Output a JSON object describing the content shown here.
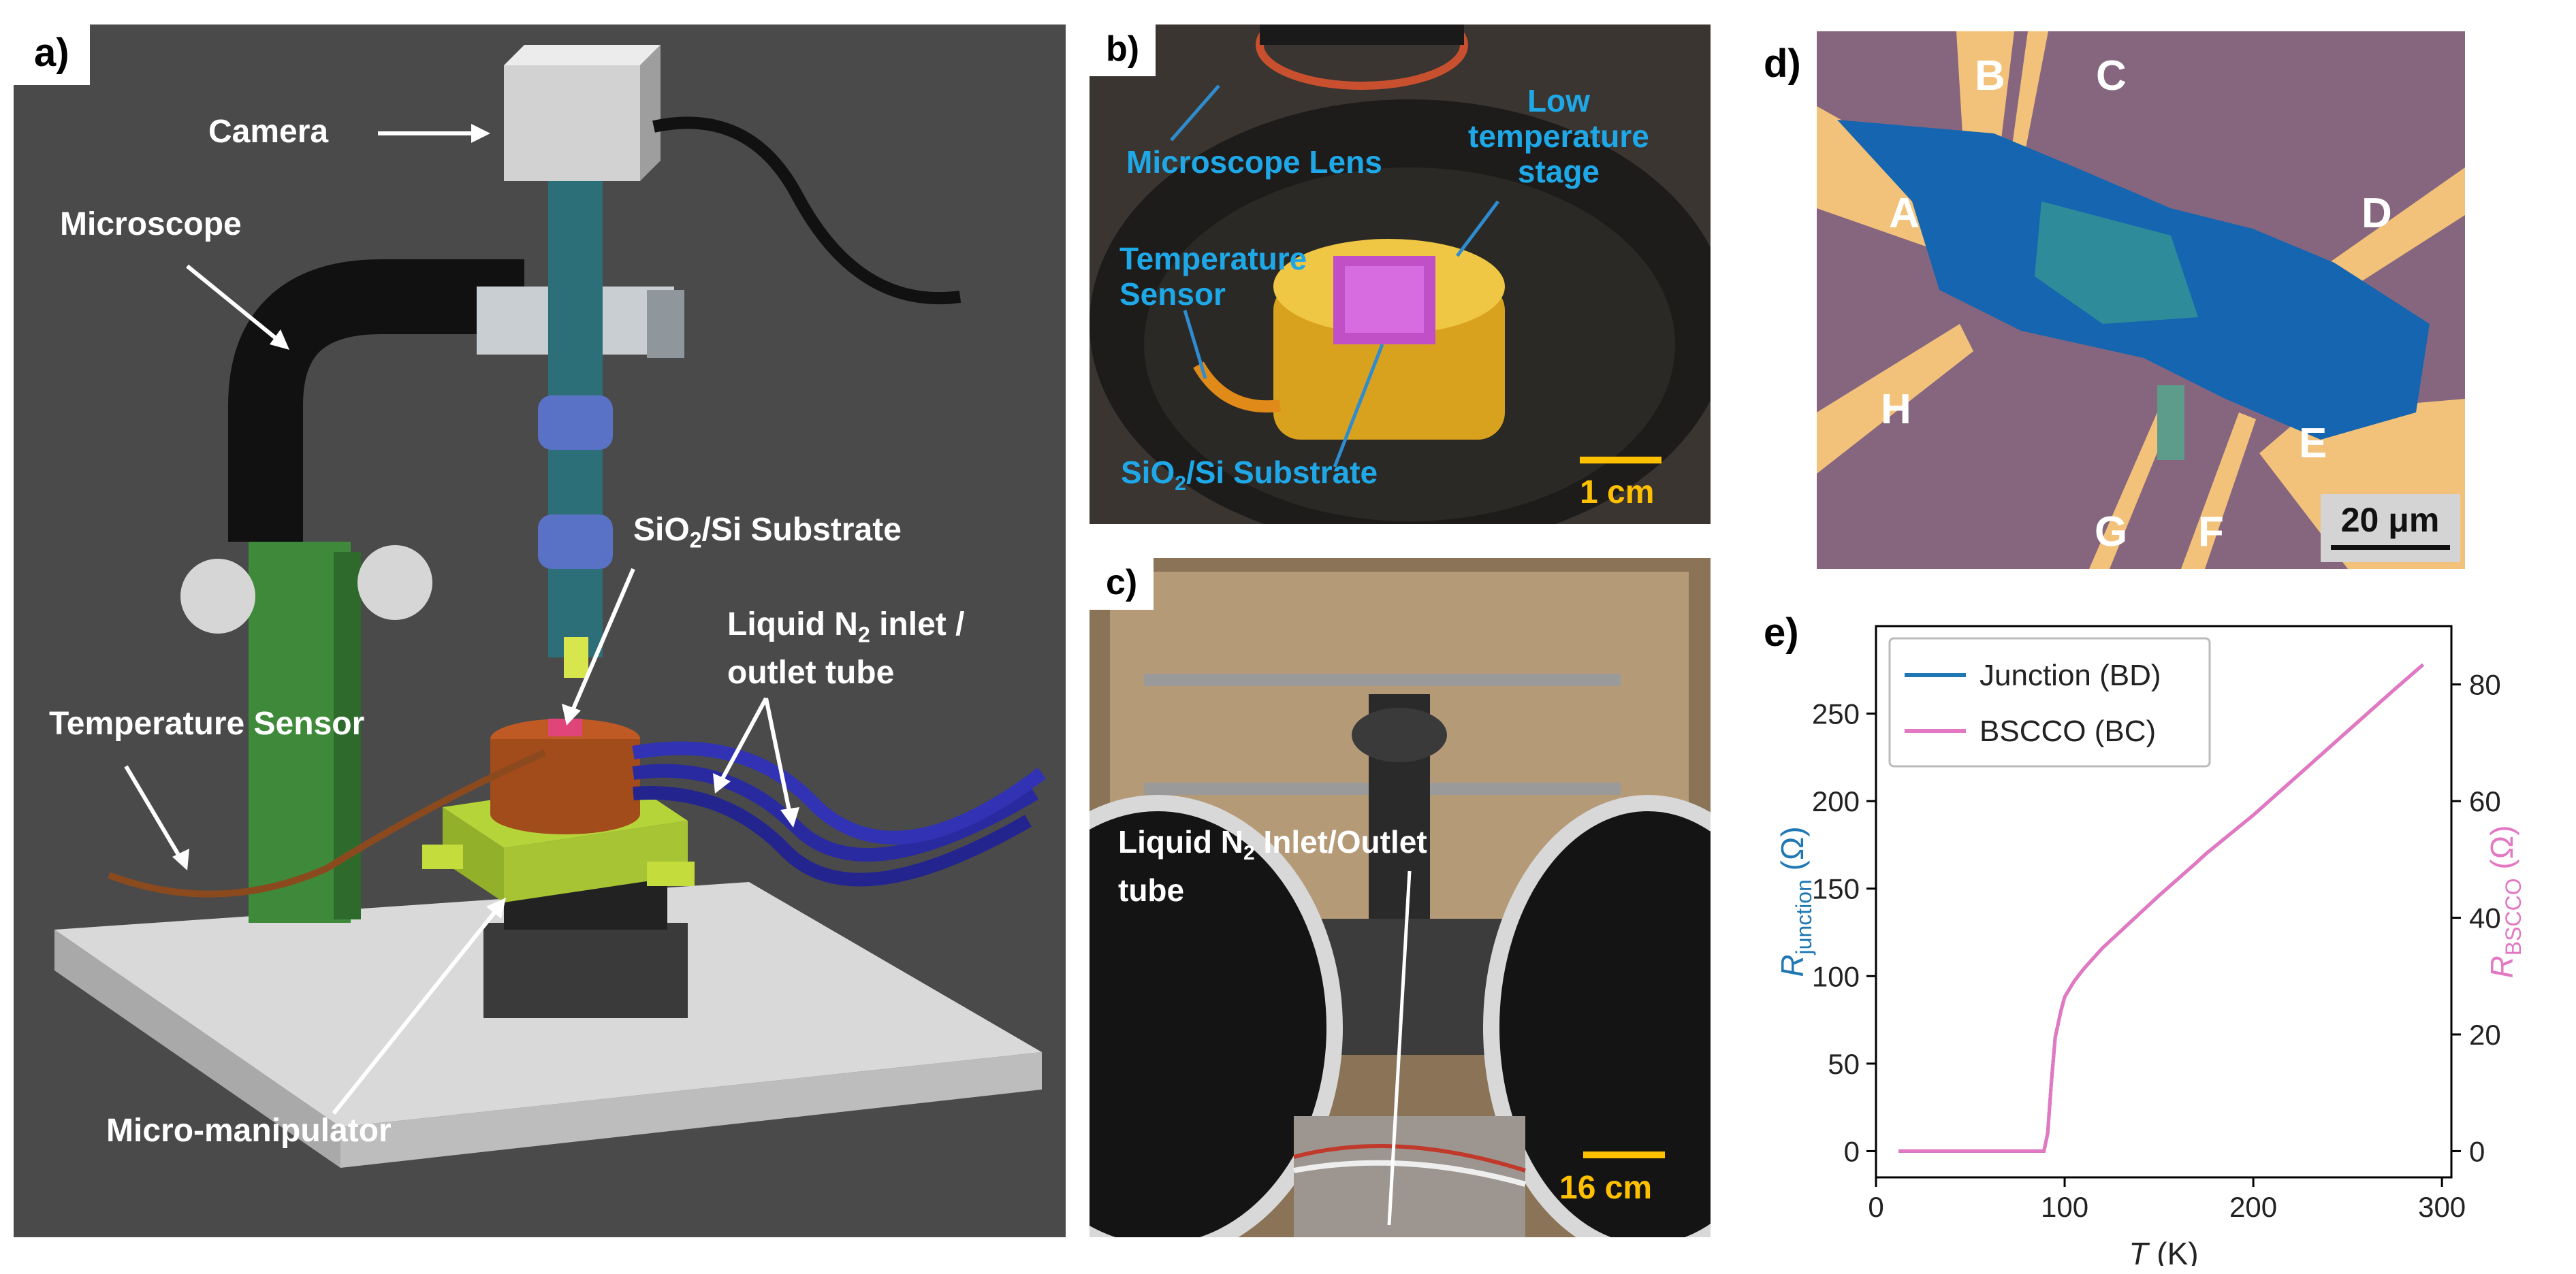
{
  "panel_a": {
    "label": "a)",
    "camera": "Camera",
    "microscope": "Microscope",
    "substrate_pre": "SiO",
    "substrate_sub": "2",
    "substrate_post": "/Si Substrate",
    "liquid_line1_pre": "Liquid N",
    "liquid_line1_sub": "2",
    "liquid_line1_post": " inlet /",
    "liquid_line2": "outlet tube",
    "temp_sensor": "Temperature Sensor",
    "manipulator": "Micro-manipulator"
  },
  "panel_b": {
    "label": "b)",
    "lens": "Microscope Lens",
    "stage_line1": "Low",
    "stage_line2": "temperature",
    "stage_line3": "stage",
    "sensor_line1": "Temperature",
    "sensor_line2": "Sensor",
    "substrate_pre": "SiO",
    "substrate_sub": "2",
    "substrate_post": "/Si Substrate",
    "scale": "1 cm"
  },
  "panel_c": {
    "label": "c)",
    "tube_line1_pre": "Liquid N",
    "tube_line1_sub": "2",
    "tube_line1_post": " Inlet/Outlet",
    "tube_line2": "tube",
    "scale": "16 cm"
  },
  "panel_d": {
    "label": "d)",
    "electrodes": [
      "A",
      "B",
      "C",
      "D",
      "E",
      "F",
      "G",
      "H"
    ],
    "scale": "20 μm"
  },
  "panel_e": {
    "label": "e)"
  },
  "colors": {
    "background_gray": "#4a4a4a",
    "label_blue": "#1fa8e8",
    "scale_yellow": "#ffc000",
    "junction": "#1f77b4",
    "bscco": "#e377c2"
  },
  "chart_data": {
    "type": "line",
    "xlabel_italic": "T",
    "xlabel_unit": " (K)",
    "ylabel_left_sym": "R",
    "ylabel_left_sub": "junction",
    "ylabel_left_unit": " (Ω)",
    "ylabel_right_sym": "R",
    "ylabel_right_sub": "BSCCO",
    "ylabel_right_unit": " (Ω)",
    "xlim": [
      0,
      305
    ],
    "ylim_left": [
      -15,
      300
    ],
    "ylim_right": [
      -4.5,
      90
    ],
    "xticks": [
      0,
      100,
      200,
      300
    ],
    "yticks_left": [
      0,
      50,
      100,
      150,
      200,
      250
    ],
    "yticks_right": [
      0,
      20,
      40,
      60,
      80
    ],
    "legend_position": "top-left",
    "grid": false,
    "series": [
      {
        "name": "Junction (BD)",
        "axis": "left",
        "color": "#1f77b4",
        "x": [
          12,
          20,
          40,
          60,
          85,
          89,
          91,
          93,
          95,
          98,
          100,
          105,
          110,
          120,
          130,
          140,
          150,
          170,
          175,
          200,
          225,
          250,
          275,
          290
        ],
        "y": [
          0,
          0,
          0,
          0,
          0,
          0,
          10,
          40,
          65,
          80,
          88,
          97,
          104,
          116,
          126,
          136,
          146,
          165,
          170,
          192,
          216,
          240,
          264,
          278
        ]
      },
      {
        "name": "BSCCO (BC)",
        "axis": "right",
        "color": "#e377c2",
        "x": [
          12,
          20,
          40,
          60,
          85,
          89,
          91,
          93,
          95,
          98,
          100,
          105,
          110,
          120,
          130,
          140,
          150,
          170,
          175,
          200,
          225,
          250,
          275,
          290
        ],
        "y": [
          0,
          0,
          0,
          0,
          0,
          0,
          3,
          12,
          19.5,
          24,
          26.4,
          29.1,
          31.2,
          34.8,
          37.8,
          40.8,
          43.8,
          49.5,
          51,
          57.6,
          64.8,
          72,
          79.2,
          83.4
        ]
      }
    ]
  }
}
